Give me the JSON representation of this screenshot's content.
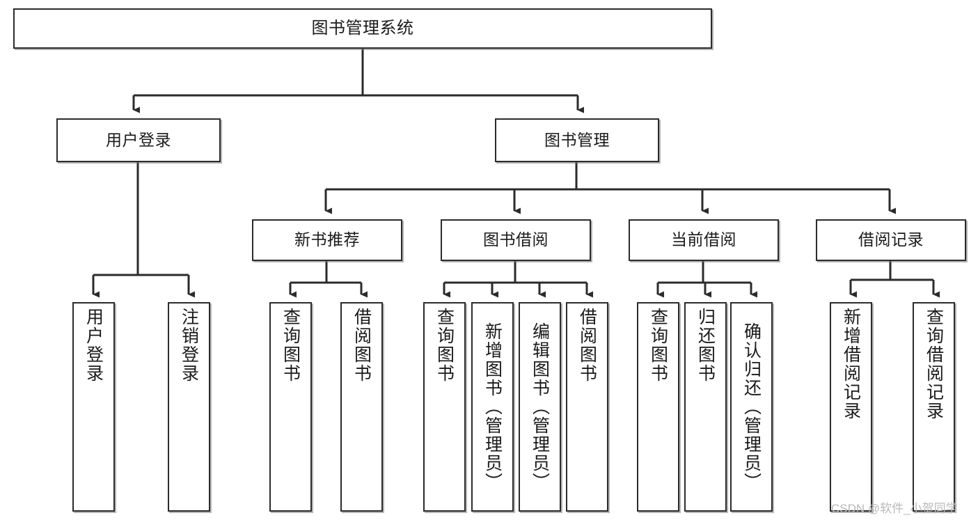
{
  "diagram": {
    "title": "图书管理系统",
    "type": "hierarchy-tree",
    "watermark": "CSDN @软件_小贺同学",
    "colors": {
      "stroke": "#2b2b2b",
      "fill": "#ffffff",
      "shadow": "#787878",
      "watermark": "#b9b9b9"
    },
    "levels": {
      "root": "图书管理系统",
      "level2": [
        "用户登录",
        "图书管理"
      ],
      "level3": [
        "新书推荐",
        "图书借阅",
        "当前借阅",
        "借阅记录"
      ]
    },
    "nodes": {
      "root": {
        "label": "图书管理系统"
      },
      "user_login": {
        "label": "用户登录"
      },
      "book_manage": {
        "label": "图书管理"
      },
      "new_book_rec": {
        "label": "新书推荐"
      },
      "book_borrow": {
        "label": "图书借阅"
      },
      "current_borrow": {
        "label": "当前借阅"
      },
      "borrow_record": {
        "label": "借阅记录"
      },
      "leaf_user_login": {
        "label": "用户登录"
      },
      "leaf_logout": {
        "label": "注销登录"
      },
      "leaf_query_book_1": {
        "label": "查询图书"
      },
      "leaf_borrow_book_1": {
        "label": "借阅图书"
      },
      "leaf_query_book_2": {
        "label": "查询图书"
      },
      "leaf_add_book": {
        "label": "新增图书（管理员）"
      },
      "leaf_edit_book": {
        "label": "编辑图书（管理员）"
      },
      "leaf_borrow_book_2": {
        "label": "借阅图书"
      },
      "leaf_query_book_3": {
        "label": "查询图书"
      },
      "leaf_return_book": {
        "label": "归还图书"
      },
      "leaf_confirm_return": {
        "label": "确认归还（管理员）"
      },
      "leaf_add_record": {
        "label": "新增借阅记录"
      },
      "leaf_query_record": {
        "label": "查询借阅记录"
      }
    }
  }
}
